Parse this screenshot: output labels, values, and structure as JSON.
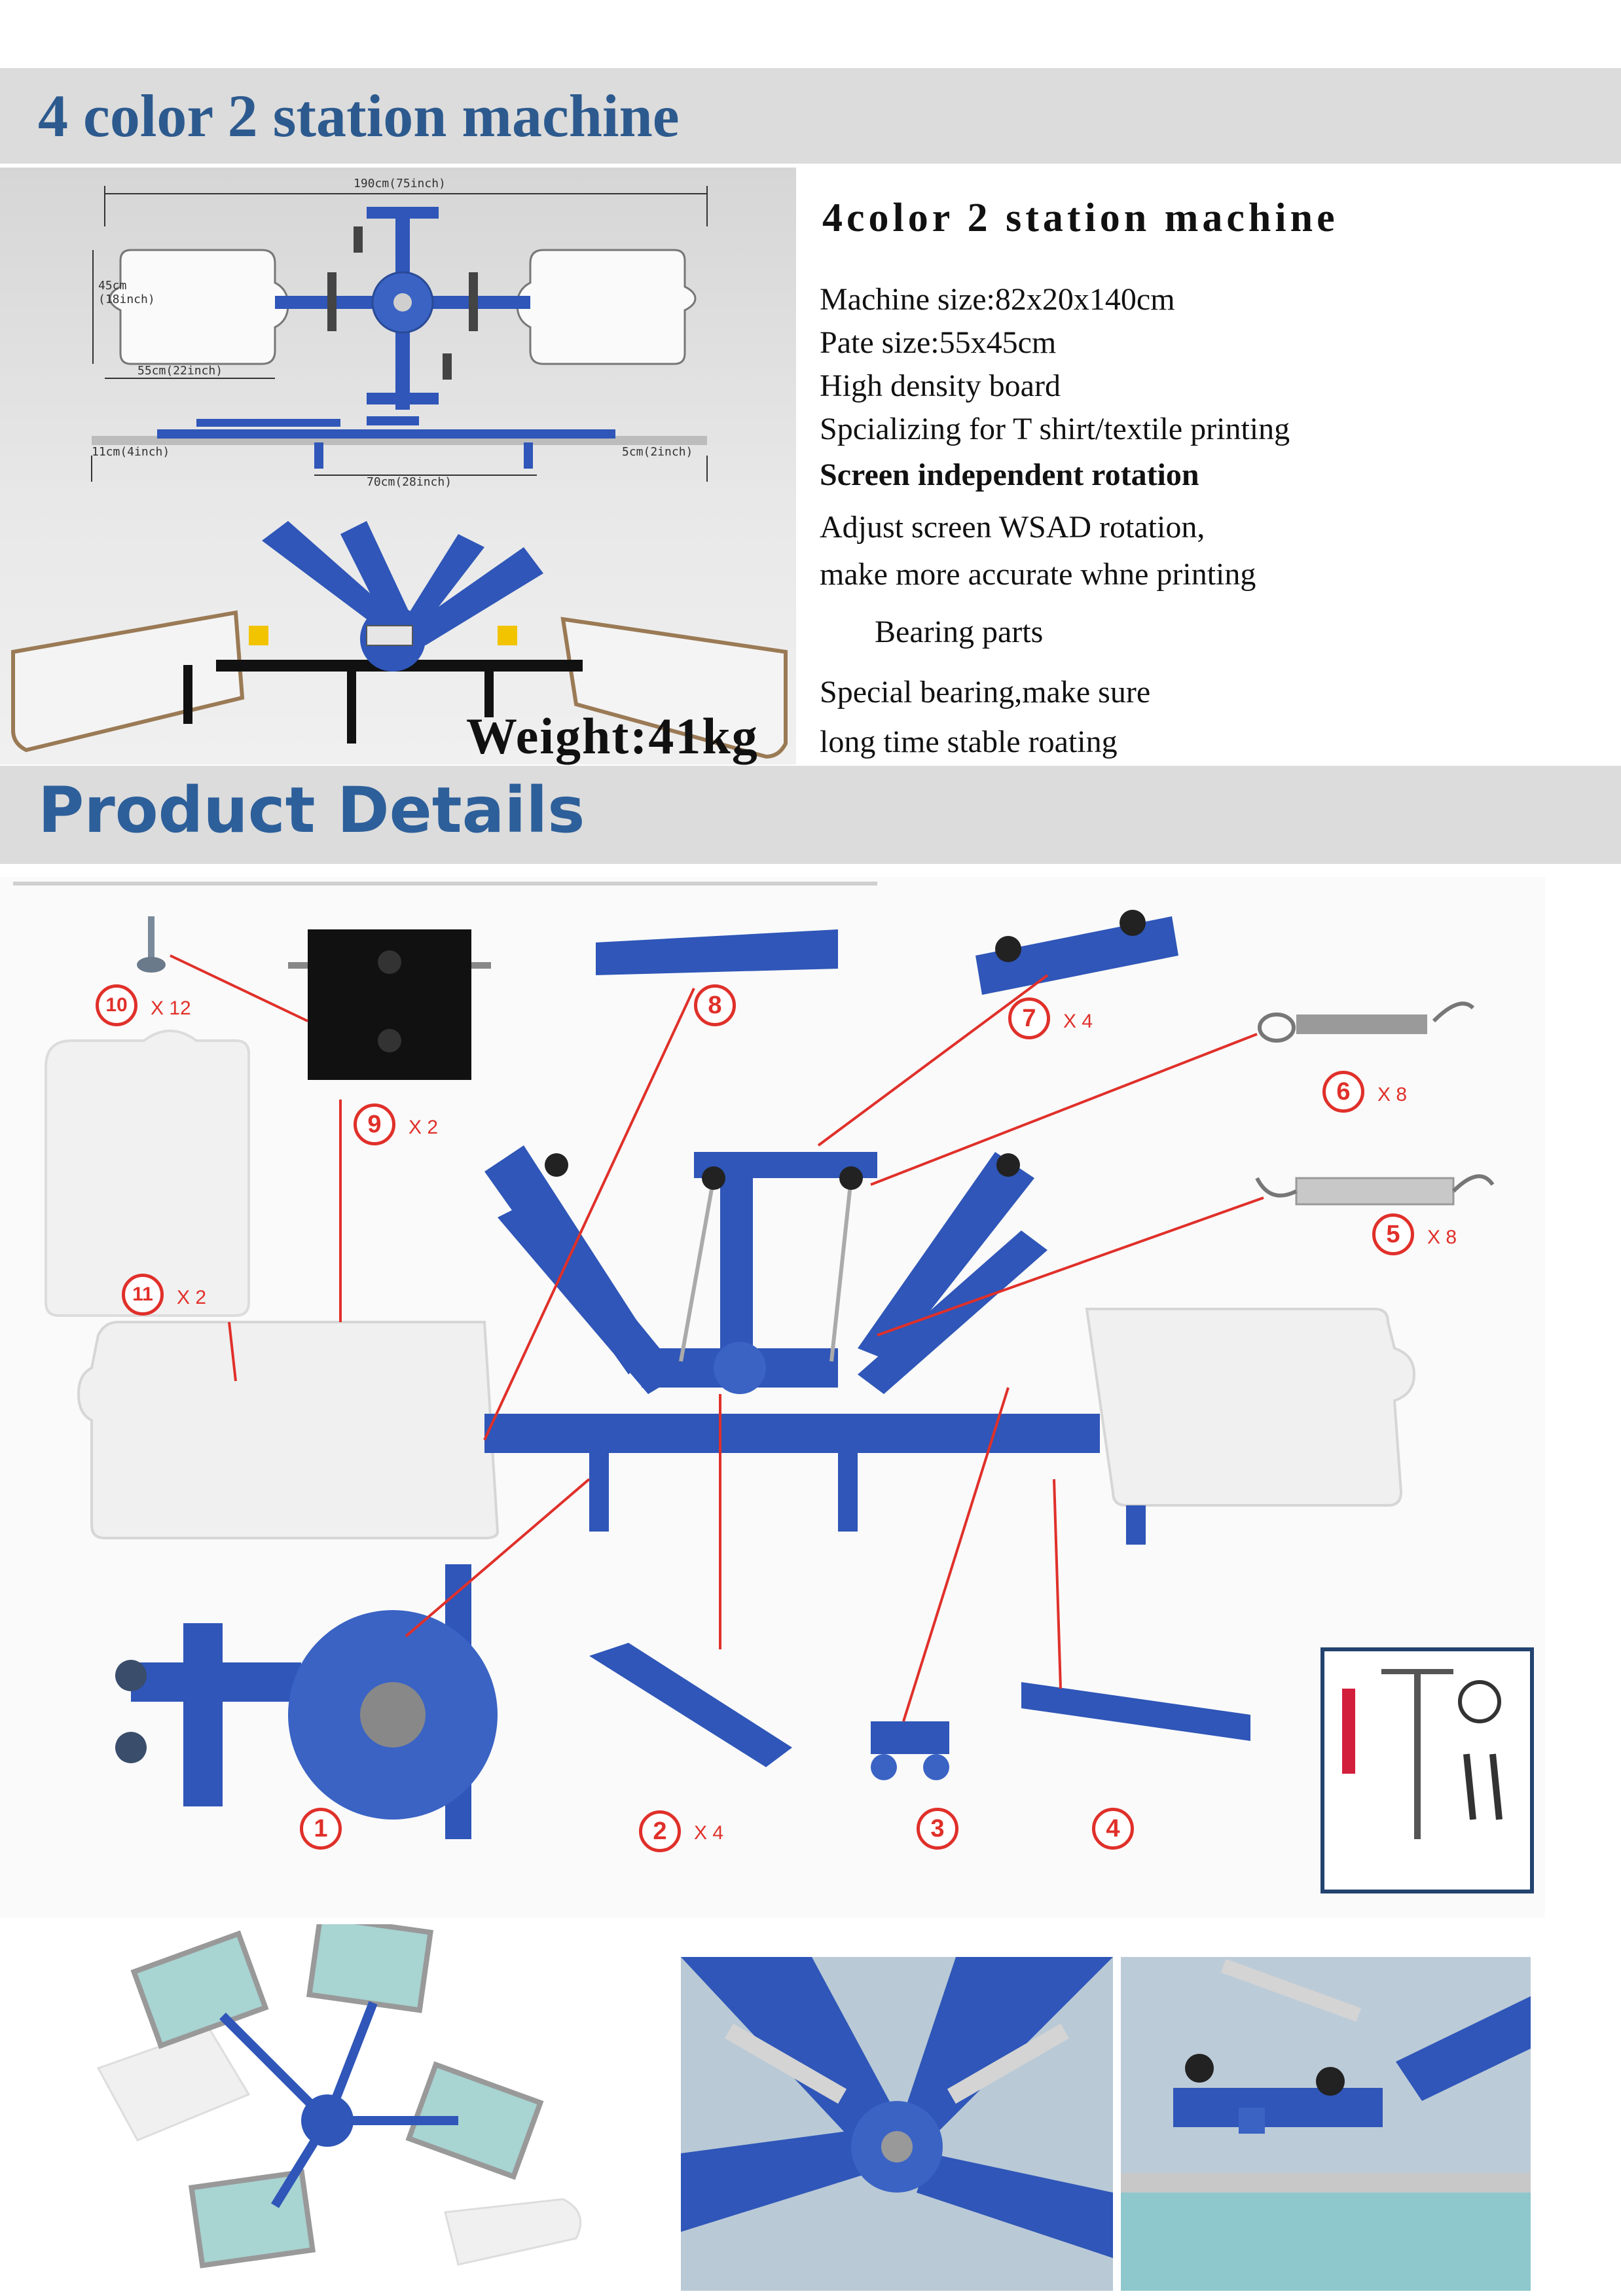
{
  "banner_top": {
    "title": "4 color 2 station machine"
  },
  "drawing": {
    "width_label": "190cm(75inch)",
    "height_label": "45cm\n(18inch)",
    "plate_width_label": "55cm(22inch)",
    "left_height_label": "11cm(4inch)",
    "right_height_label": "5cm(2inch)",
    "arm_label": "70cm(28inch)",
    "weight": "Weight:41kg"
  },
  "specs": {
    "heading": "4color 2 station machine",
    "lines": [
      "Machine size:82x20x140cm",
      "Pate size:55x45cm",
      "High density board",
      "Spcializing for T shirt/textile printing",
      "Screen independent rotation",
      "Adjust screen WSAD rotation,",
      "make more accurate whne printing",
      "Bearing parts",
      "Special bearing,make sure",
      "long time stable roating"
    ]
  },
  "banner_details": {
    "title": "Product Details"
  },
  "parts": {
    "p1": {
      "num": "1",
      "qty": ""
    },
    "p2": {
      "num": "2",
      "qty": "X 4"
    },
    "p3": {
      "num": "3",
      "qty": ""
    },
    "p4": {
      "num": "4",
      "qty": ""
    },
    "p5": {
      "num": "5",
      "qty": "X 8"
    },
    "p6": {
      "num": "6",
      "qty": "X 8"
    },
    "p7": {
      "num": "7",
      "qty": "X 4"
    },
    "p8": {
      "num": "8",
      "qty": ""
    },
    "p9": {
      "num": "9",
      "qty": "X 2"
    },
    "p10": {
      "num": "10",
      "qty": "X 12"
    },
    "p11": {
      "num": "11",
      "qty": "X 2"
    }
  },
  "colors": {
    "machine_blue": "#2f56b8",
    "accent_red": "#e0302a",
    "banner_text": "#2d5a8e",
    "banner_bg": "#dcdcdc",
    "pallet_white": "#f2f2f2"
  }
}
